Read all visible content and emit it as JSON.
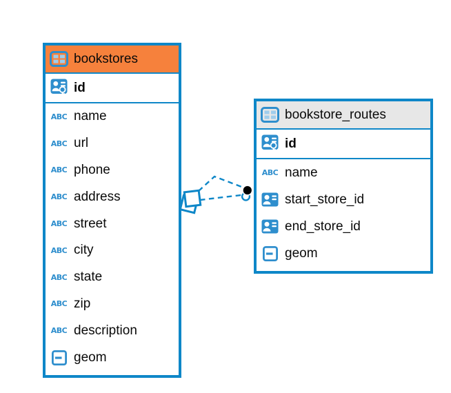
{
  "app": {
    "view": "entity-relationship-diagram"
  },
  "colors": {
    "accent_blue": "#0E87C8",
    "icon_blue": "#2E8ECD",
    "icon_cell_blue": "#9FCDEC",
    "header_orange": "#F6813C",
    "header_gray": "#E7E7E7",
    "text": "#0A0A0A",
    "marker_black": "#000000",
    "canvas": "#FFFFFF"
  },
  "icons": {
    "text_type_glyph": "ABC"
  },
  "tables": [
    {
      "name": "bookstores",
      "header_style": "orange",
      "icon": "table-icon",
      "primary_key": {
        "name": "id",
        "icon": "primary-key-icon"
      },
      "fields": [
        {
          "name": "name",
          "icon": "text-type-icon"
        },
        {
          "name": "url",
          "icon": "text-type-icon"
        },
        {
          "name": "phone",
          "icon": "text-type-icon"
        },
        {
          "name": "address",
          "icon": "text-type-icon"
        },
        {
          "name": "street",
          "icon": "text-type-icon"
        },
        {
          "name": "city",
          "icon": "text-type-icon"
        },
        {
          "name": "state",
          "icon": "text-type-icon"
        },
        {
          "name": "zip",
          "icon": "text-type-icon"
        },
        {
          "name": "description",
          "icon": "text-type-icon"
        },
        {
          "name": "geom",
          "icon": "geometry-icon"
        }
      ]
    },
    {
      "name": "bookstore_routes",
      "header_style": "gray",
      "icon": "table-icon",
      "primary_key": {
        "name": "id",
        "icon": "primary-key-icon"
      },
      "fields": [
        {
          "name": "name",
          "icon": "text-type-icon"
        },
        {
          "name": "start_store_id",
          "icon": "reference-icon"
        },
        {
          "name": "end_store_id",
          "icon": "reference-icon"
        },
        {
          "name": "geom",
          "icon": "geometry-icon"
        }
      ]
    }
  ],
  "relationship": {
    "from_table": "bookstore_routes",
    "to_table": "bookstores",
    "line_style": "dashed",
    "line_count": 2,
    "bookstores_end_marker": "overlapping-diamonds",
    "routes_end_marker": "stacked-circles"
  }
}
